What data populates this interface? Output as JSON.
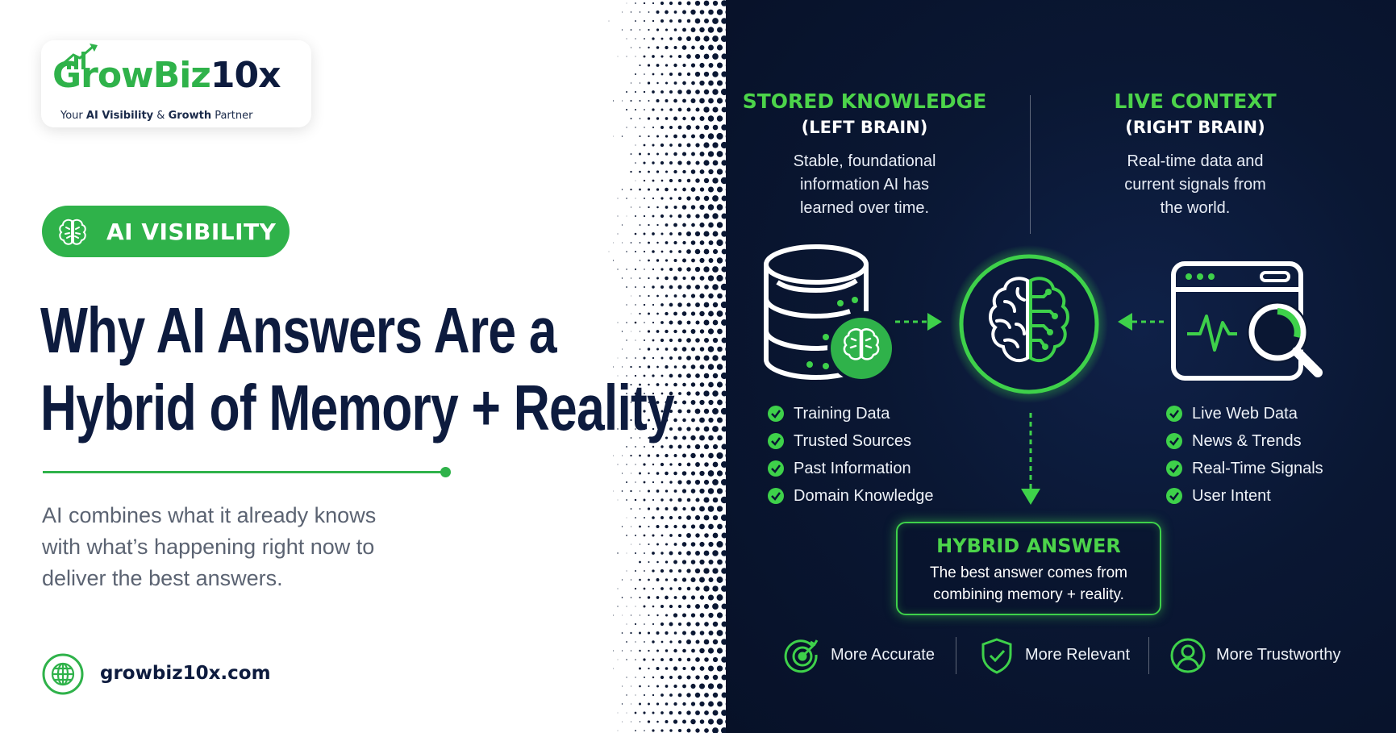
{
  "brand": {
    "wordmark_main": "GrowBiz",
    "wordmark_suffix": "10x",
    "tagline_prefix": "Your ",
    "tagline_bold1": "AI Visibility",
    "tagline_mid": " & ",
    "tagline_bold2": "Growth",
    "tagline_suffix": " Partner"
  },
  "badge": {
    "label": "AI VISIBILITY",
    "icon": "brain-icon"
  },
  "headline": {
    "line1": "Why AI Answers Are a",
    "line2": "Hybrid of Memory + Reality"
  },
  "lead": "AI combines what it already knows with what’s happening right now to deliver the best answers.",
  "website": {
    "url": "growbiz10x.com",
    "icon": "globe-icon"
  },
  "left_column": {
    "title": "STORED KNOWLEDGE",
    "subtitle": "(LEFT BRAIN)",
    "description": "Stable, foundational information AI has learned over time.",
    "icon": "database-brain-icon",
    "items": [
      "Training Data",
      "Trusted Sources",
      "Past Information",
      "Domain Knowledge"
    ]
  },
  "right_column": {
    "title": "LIVE CONTEXT",
    "subtitle": "(RIGHT BRAIN)",
    "description": "Real-time data and current signals from the world.",
    "icon": "browser-search-icon",
    "items": [
      "Live Web Data",
      "News & Trends",
      "Real-Time Signals",
      "User Intent"
    ]
  },
  "center": {
    "icon": "brain-circuit-icon"
  },
  "hybrid": {
    "title": "HYBRID ANSWER",
    "description": "The best answer comes from combining memory + reality."
  },
  "benefits": [
    {
      "label": "More Accurate",
      "icon": "target-icon"
    },
    {
      "label": "More Relevant",
      "icon": "shield-check-icon"
    },
    {
      "label": "More Trustworthy",
      "icon": "user-icon"
    }
  ],
  "colors": {
    "accent_green": "#2fb24a",
    "neon_green": "#4cd44a",
    "navy": "#0d1b3e",
    "panel_dark": "#0a1733"
  }
}
